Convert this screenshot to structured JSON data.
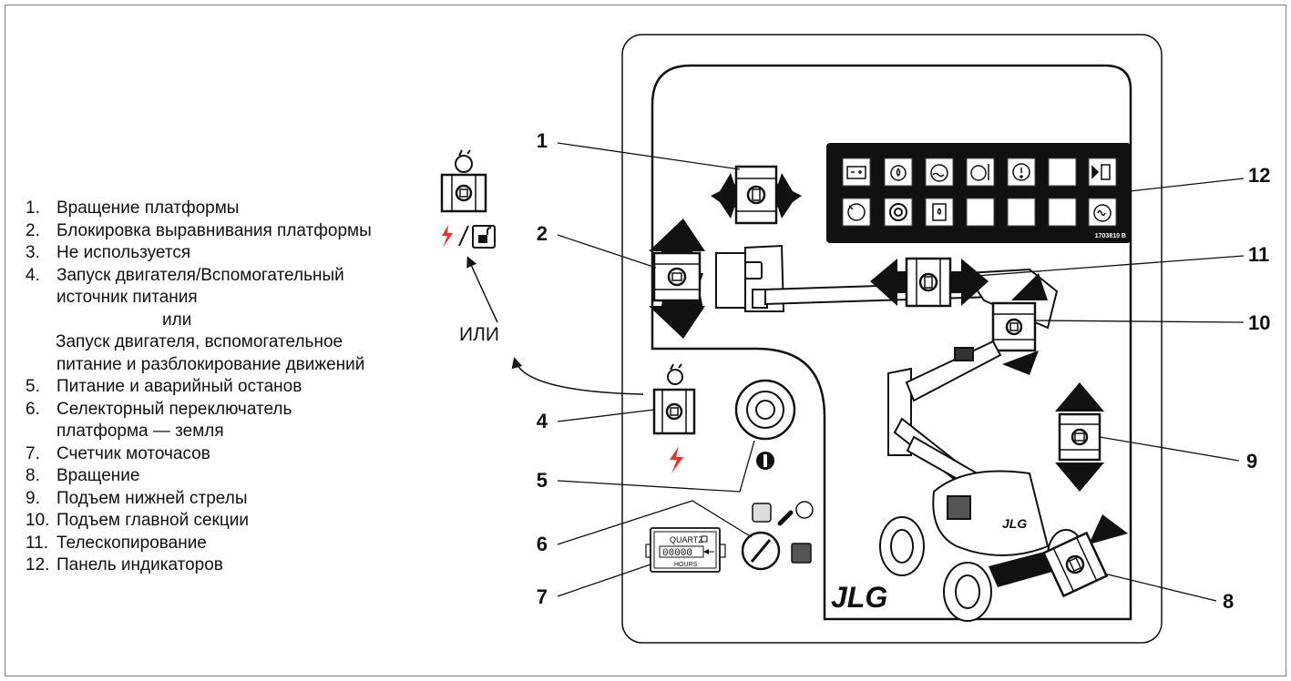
{
  "legend": {
    "items": [
      {
        "num": "1.",
        "text": "Вращение платформы"
      },
      {
        "num": "2.",
        "text": "Блокировка выравнивания платформы"
      },
      {
        "num": "3.",
        "text": "Не используется"
      },
      {
        "num": "4.",
        "text": "Запуск двигателя/Вспомогательный",
        "cont": "источник питания"
      },
      {
        "num": "5.",
        "text": "Питание и аварийный останов"
      },
      {
        "num": "6.",
        "text": "Селекторный переключатель",
        "cont": "платформа — земля"
      },
      {
        "num": "7.",
        "text": "Счетчик моточасов"
      },
      {
        "num": "8.",
        "text": "Вращение"
      },
      {
        "num": "9.",
        "text": "Подъем нижней стрелы"
      },
      {
        "num": "10.",
        "text": "Подъем главной секции"
      },
      {
        "num": "11.",
        "text": "Телескопирование"
      },
      {
        "num": "12.",
        "text": "Панель индикаторов"
      }
    ],
    "or_word": "или",
    "alt_line1": "Запуск двигателя, вспомогательное",
    "alt_line2": "питание и разблокирование движений"
  },
  "ili_label": "ИЛИ",
  "callouts": {
    "c1": "1",
    "c2": "2",
    "c4": "4",
    "c5": "5",
    "c6": "6",
    "c7": "7",
    "c8": "8",
    "c9": "9",
    "c10": "10",
    "c11": "11",
    "c12": "12"
  },
  "hour_meter": {
    "brand": "QUARTZ",
    "digits": "00000",
    "unit": "HOURS"
  },
  "indicator_panel": {
    "part_number": "1703810 B"
  },
  "brand_logo": "JLG",
  "colors": {
    "accent_red": "#e8312a",
    "ink": "#111111",
    "panel_fill": "#ffffff"
  }
}
